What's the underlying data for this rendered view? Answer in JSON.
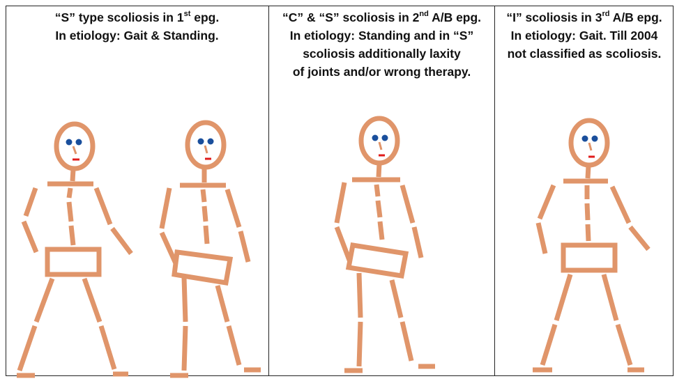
{
  "panels": [
    {
      "caption": {
        "l1a": "“S” type scoliosis in 1",
        "l1sup": "st",
        "l1b": " epg.",
        "l2": "In etiology: Gait & Standing."
      }
    },
    {
      "caption": {
        "l1a": "“C” & “S” scoliosis in 2",
        "l1sup": "nd",
        "l1b": " A/B epg.",
        "l2": "In etiology: Standing and in “S”",
        "l3": "scoliosis additionally laxity",
        "l4": "of joints and/or wrong therapy."
      }
    },
    {
      "caption": {
        "l1a": "“I” scoliosis in 3",
        "l1sup": "rd",
        "l1b": " A/B epg.",
        "l2": "In etiology: Gait. Till 2004",
        "l3": "not classified as scoliosis."
      }
    }
  ],
  "colors": {
    "body": "#e0956a",
    "eyes": "#1a4f9c",
    "mouth": "#e01b1b",
    "border": "#222222"
  }
}
